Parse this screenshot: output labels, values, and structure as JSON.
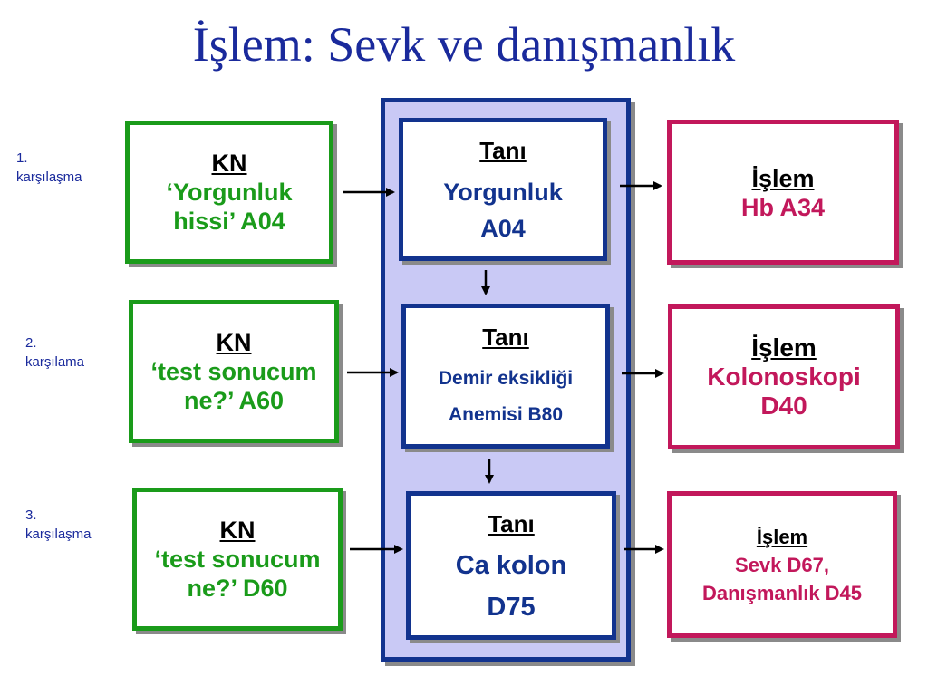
{
  "title": "İşlem: Sevk ve danışmanlık",
  "encounters": [
    "1. karşılaşma",
    "2. karşılama",
    "3. karşılaşma"
  ],
  "encounter_lines": [
    [
      "1.",
      "karşılaşma"
    ],
    [
      "2.",
      "karşılama"
    ],
    [
      "3.",
      "karşılaşma"
    ]
  ],
  "kn": [
    {
      "head": "KN",
      "line1": "‘Yorgunluk",
      "line2": "hissi’ A04"
    },
    {
      "head": "KN",
      "line1": "‘test sonucum",
      "line2": "ne?’ A60"
    },
    {
      "head": "KN",
      "line1": "‘test sonucum",
      "line2": "ne?’ D60"
    }
  ],
  "tani": [
    {
      "head": "Tanı",
      "line1": "Yorgunluk",
      "line2": "A04"
    },
    {
      "head": "Tanı",
      "line1": "Demir eksikliği",
      "line2": "Anemisi B80"
    },
    {
      "head": "Tanı",
      "line1": "Ca kolon",
      "line2": "D75"
    }
  ],
  "islem": [
    {
      "head": "İşlem",
      "line1": "Hb A34",
      "line2": ""
    },
    {
      "head": "İşlem",
      "line1": "Kolonoskopi",
      "line2": "D40"
    },
    {
      "head": "İşlem",
      "line1": "Sevk D67,",
      "line2": "Danışmanlık D45"
    }
  ],
  "colors": {
    "title": "#1a2a9c",
    "kn": "#1a9b1a",
    "tani": "#12338e",
    "islem": "#c2185b",
    "panel": "#c9c9f5"
  }
}
